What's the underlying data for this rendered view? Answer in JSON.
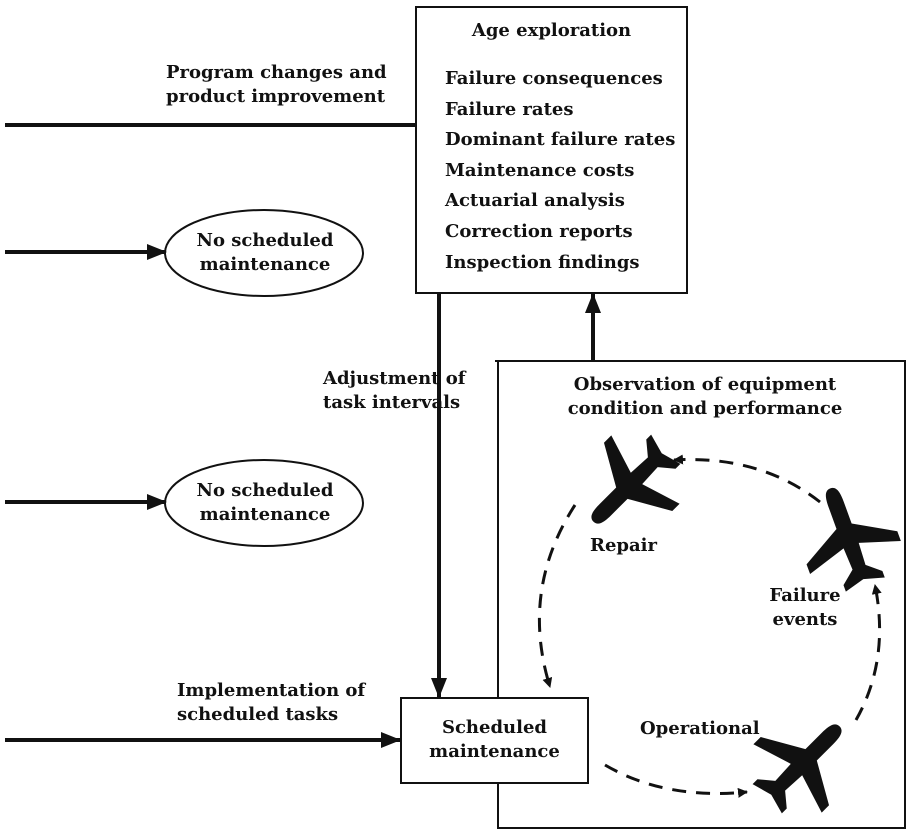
{
  "age_exploration": {
    "title": "Age exploration",
    "items": [
      "Failure consequences",
      "Failure rates",
      "Dominant failure rates",
      "Maintenance costs",
      "Actuarial analysis",
      "Correction reports",
      "Inspection findings"
    ]
  },
  "inputs": {
    "program_changes": [
      "Program changes and",
      "product improvement"
    ],
    "implementation": [
      "Implementation of",
      "scheduled tasks"
    ]
  },
  "no_scheduled_1": [
    "No scheduled",
    "maintenance"
  ],
  "no_scheduled_2": [
    "No scheduled",
    "maintenance"
  ],
  "adjustment": [
    "Adjustment of",
    "task intervals"
  ],
  "scheduled_maintenance": [
    "Scheduled",
    "maintenance"
  ],
  "observation": {
    "title": [
      "Observation of equipment",
      "condition and performance"
    ],
    "repair": "Repair",
    "failure_events": [
      "Failure",
      "events"
    ],
    "operational": "Operational"
  },
  "colors": {
    "ink": "#111111",
    "background": "#ffffff"
  },
  "icons": [
    "airplane-icon",
    "airplane-icon",
    "airplane-icon"
  ]
}
